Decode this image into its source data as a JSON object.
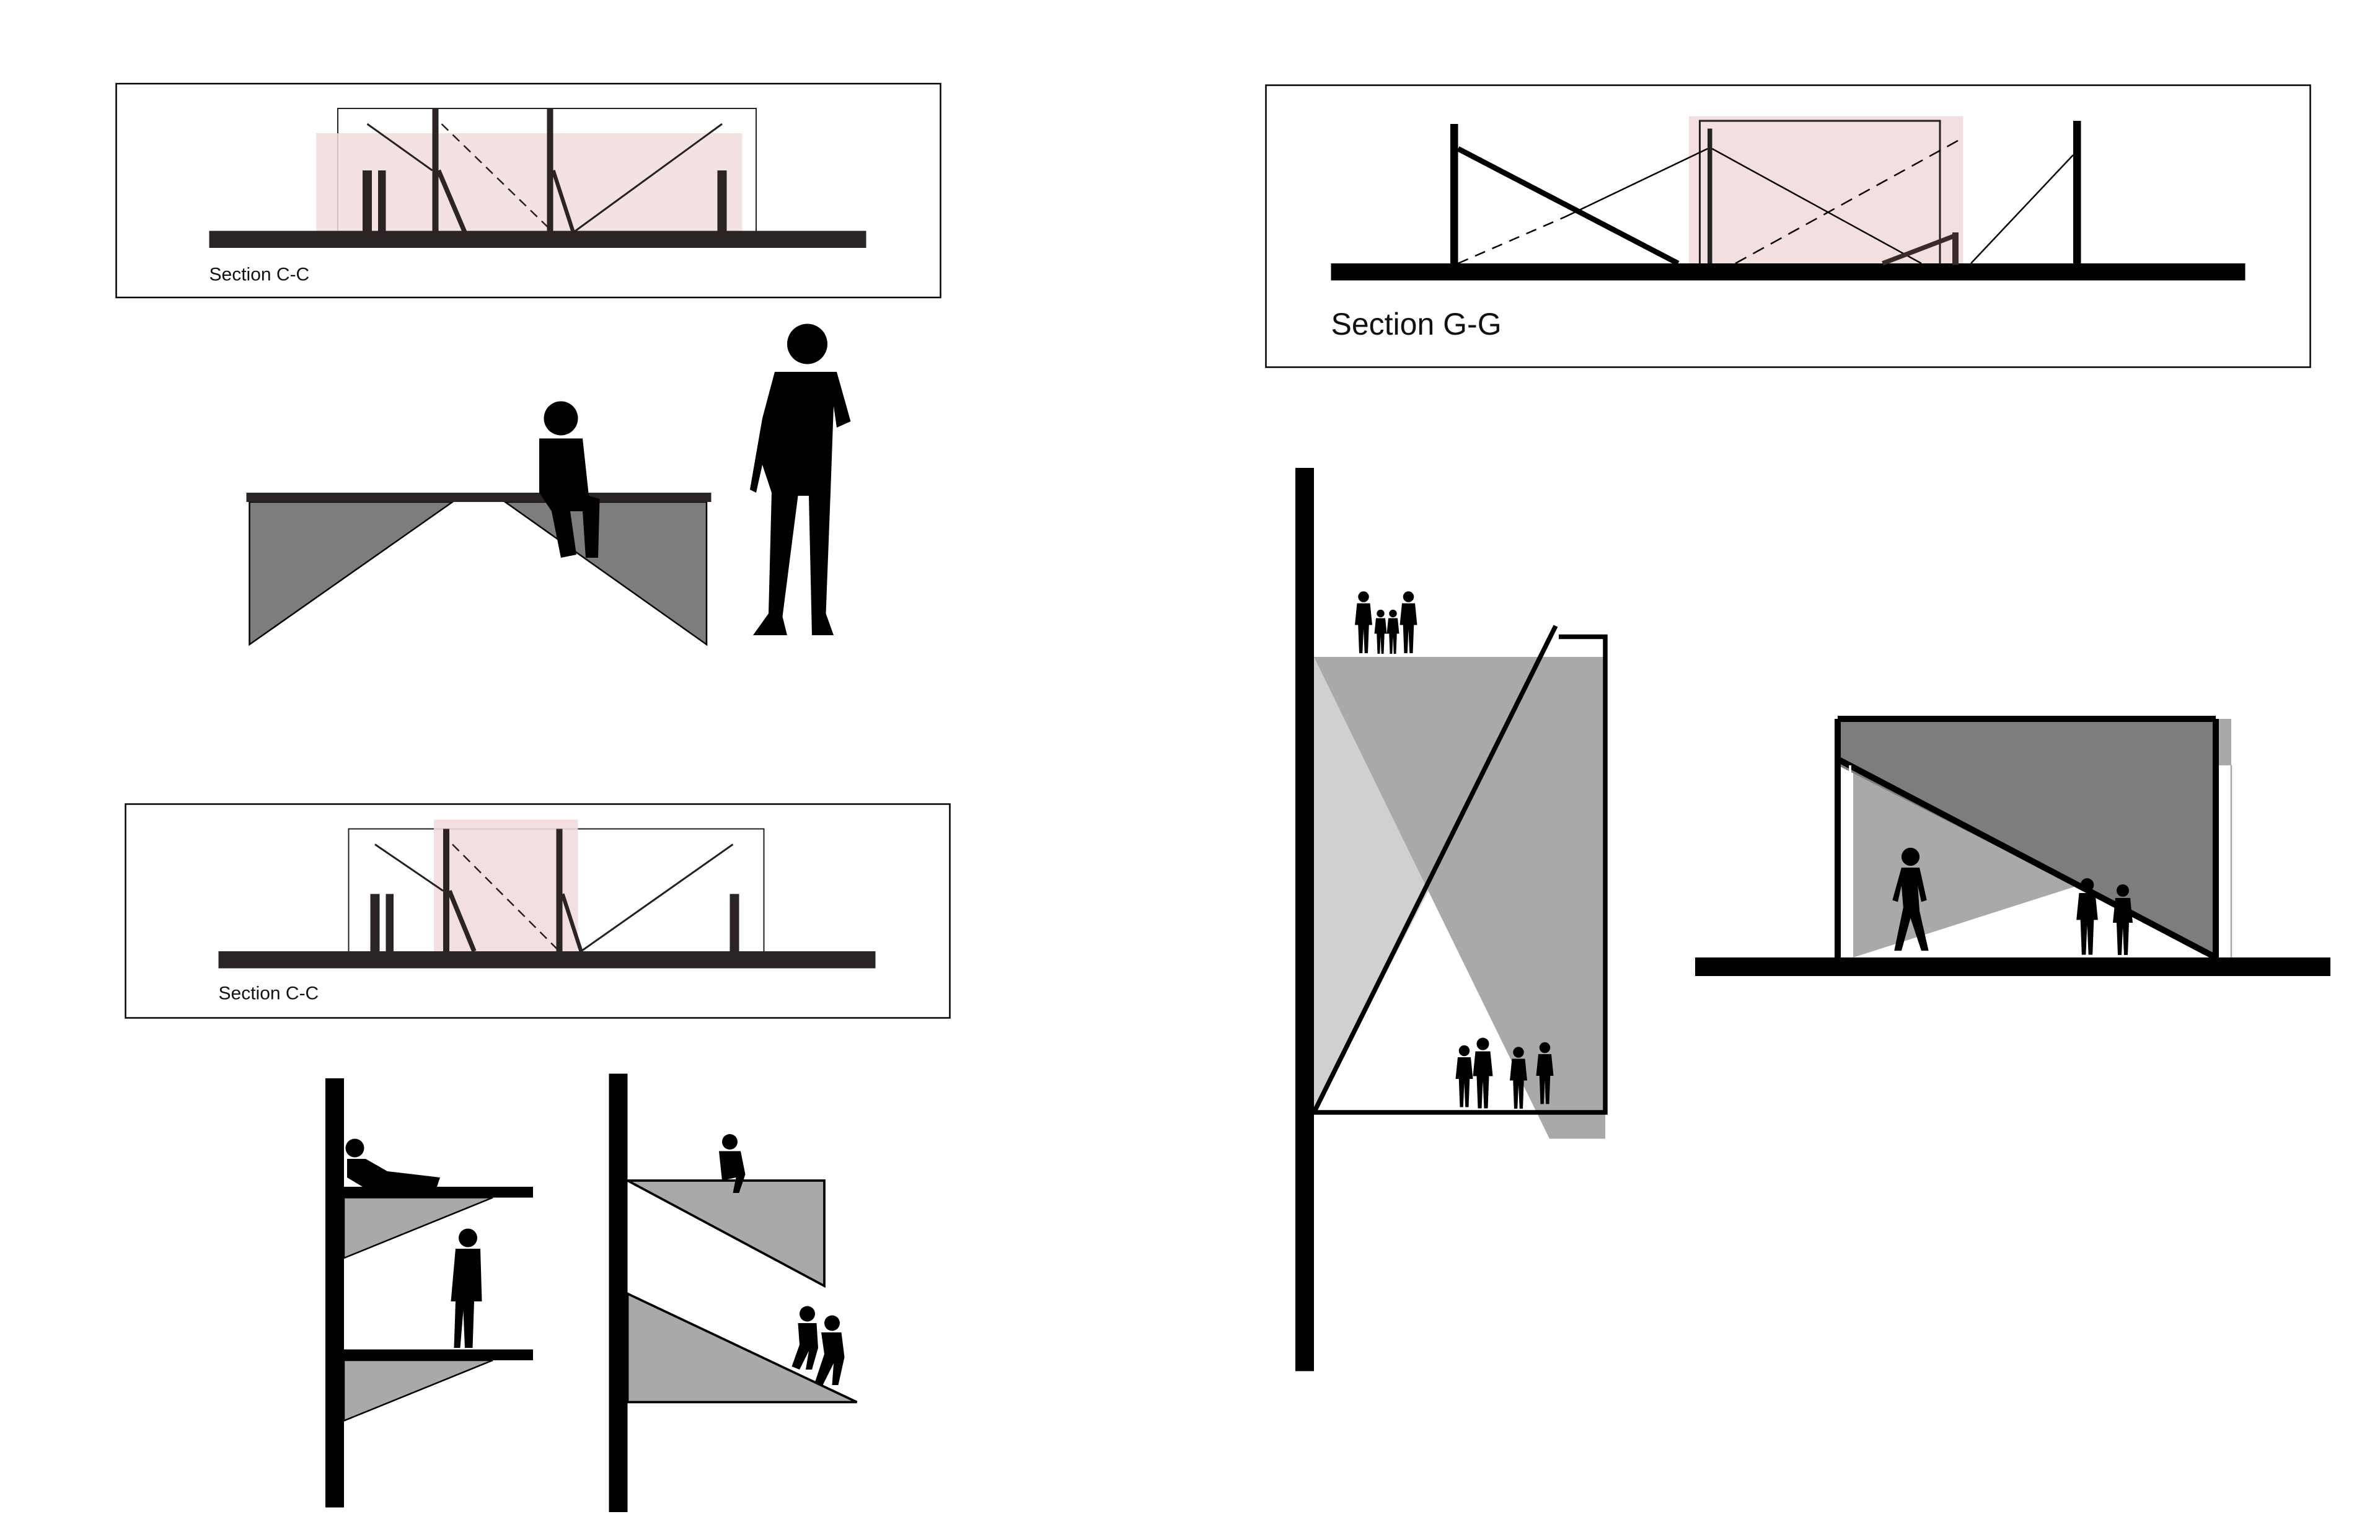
{
  "sections": {
    "top_left": {
      "label": "Section C-C"
    },
    "mid_left": {
      "label": "Section C-C"
    },
    "top_right": {
      "label": "Section G-G"
    }
  },
  "colors": {
    "structure": "#000000",
    "deck": "#2b2424",
    "shade_light": "#a9a9a9",
    "shade_mid": "#7d7d7d",
    "highlight_pink": "#f2dcdc",
    "frame": "#000000"
  }
}
